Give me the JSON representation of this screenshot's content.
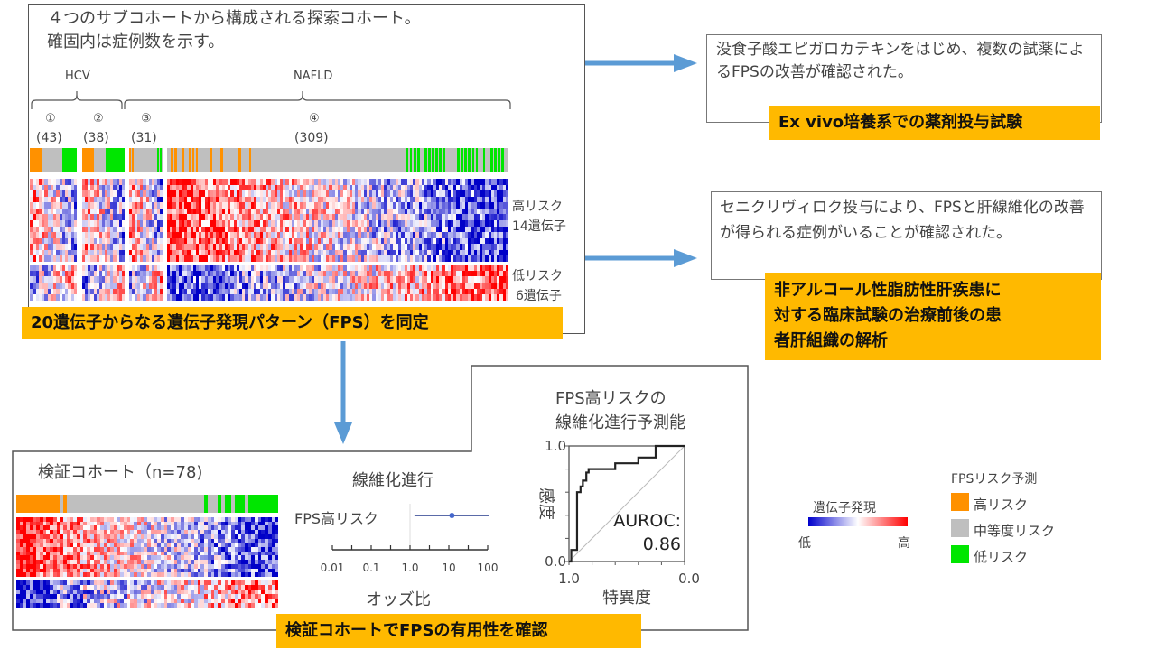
{
  "discovery": {
    "title_line1": "４つのサブコホートから構成される探索コホート。",
    "title_line2": "確固内は症例数を示す。",
    "groups": [
      {
        "label": "HCV"
      },
      {
        "label": "NAFLD"
      }
    ],
    "subcohorts": [
      {
        "index": "①",
        "count": "(43)",
        "n": 43,
        "risk_fractions": {
          "high": 0.25,
          "mid": 0.45,
          "low": 0.3
        }
      },
      {
        "index": "②",
        "count": "(38)",
        "n": 38,
        "risk_fractions": {
          "high": 0.28,
          "mid": 0.27,
          "low": 0.45
        }
      },
      {
        "index": "③",
        "count": "(31)",
        "n": 31,
        "risk_fractions": {
          "high": 0.15,
          "mid": 0.7,
          "low": 0.15
        }
      },
      {
        "index": "④",
        "count": "(309)",
        "n": 309,
        "risk_fractions": {
          "high": 0.25,
          "mid": 0.45,
          "low": 0.3
        }
      }
    ],
    "gene_groups": [
      {
        "line1": "高リスク",
        "line2": "14遺伝子",
        "genes": 14
      },
      {
        "line1": "低リスク",
        "line2": "6遺伝子",
        "genes": 6
      }
    ],
    "tag": "20遺伝子からなる遺伝子発現パターン（FPS）を同定"
  },
  "exvivo": {
    "text": "没食子酸エピガロカテキンをはじめ、複数の試薬によるFPSの改善が確認された。",
    "tag": "Ex vivo培養系での薬剤投与試験"
  },
  "clinical": {
    "text": "セニクリヴィロク投与により、FPSと肝線維化の改善が得られる症例がいることが確認された。",
    "tag_lines": [
      "非アルコール性脂肪性肝疾患に",
      "対する臨床試験の治療前後の患",
      "者肝組織の解析"
    ]
  },
  "validation": {
    "title": "検証コホート（n=78)",
    "n": 78,
    "tag": "検証コホートでFPSの有用性を確認",
    "forest": {
      "title": "線維化進行",
      "row_label": "FPS高リスク",
      "odds_ratio": 12,
      "ci_low": 1.3,
      "ci_high": 110,
      "ticks": [
        "0.01",
        "0.1",
        "1.0",
        "10",
        "100"
      ],
      "xlabel": "オッズ比"
    },
    "roc": {
      "title_line1": "FPS高リスクの",
      "title_line2": "線維化進行予測能",
      "ylabel": "感度",
      "xlabel": "特異度",
      "y_ticks": [
        "1.0",
        "0.0"
      ],
      "x_ticks": [
        "1.0",
        "0.0"
      ],
      "auroc_label": "AUROC:",
      "auroc_value": "0.86"
    }
  },
  "legend": {
    "expression_title": "遺伝子発現",
    "expression_low": "低",
    "expression_high": "高",
    "risk_title": "FPSリスク予測",
    "risk_items": [
      {
        "label": "高リスク",
        "color": "#ff9100"
      },
      {
        "label": "中等度リスク",
        "color": "#bfbfbf"
      },
      {
        "label": "低リスク",
        "color": "#00e600"
      }
    ]
  },
  "colors": {
    "tag": "#ffb900",
    "arrow": "#5b9bd5",
    "high_expr": "#ff0000",
    "low_expr": "#0000dd"
  },
  "chart_data": [
    {
      "type": "line",
      "title": "FPS高リスクの線維化進行予測能",
      "xlabel": "特異度",
      "ylabel": "感度",
      "x_reversed": true,
      "xlim": [
        1.0,
        0.0
      ],
      "ylim": [
        0.0,
        1.0
      ],
      "series": [
        {
          "name": "ROC",
          "x": [
            1.0,
            0.98,
            0.98,
            0.93,
            0.93,
            0.9,
            0.9,
            0.88,
            0.88,
            0.85,
            0.85,
            0.83,
            0.83,
            0.6,
            0.6,
            0.4,
            0.4,
            0.25,
            0.25,
            0.0
          ],
          "y": [
            0.0,
            0.0,
            0.1,
            0.1,
            0.6,
            0.6,
            0.65,
            0.65,
            0.7,
            0.7,
            0.77,
            0.77,
            0.8,
            0.8,
            0.85,
            0.85,
            0.9,
            0.9,
            1.0,
            1.0
          ]
        },
        {
          "name": "reference",
          "x": [
            1.0,
            0.0
          ],
          "y": [
            0.0,
            1.0
          ]
        }
      ],
      "annotation": "AUROC: 0.86"
    },
    {
      "type": "scatter",
      "title": "線維化進行",
      "xlabel": "オッズ比",
      "x_scale": "log",
      "xlim": [
        0.01,
        100
      ],
      "categories": [
        "FPS高リスク"
      ],
      "values": [
        12
      ],
      "ci": [
        [
          1.3,
          110
        ]
      ]
    }
  ]
}
